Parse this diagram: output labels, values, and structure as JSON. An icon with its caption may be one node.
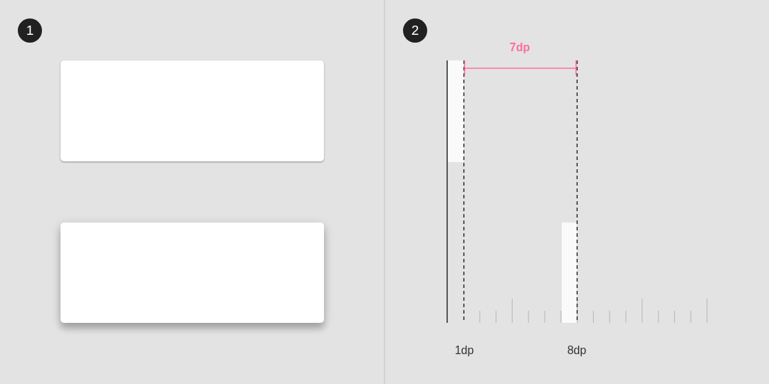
{
  "diagram": {
    "nodes": [
      {
        "text": [
          "1"
        ]
      },
      {
        "text": [],
        "shape": "box"
      },
      {
        "text": [],
        "shape": "box"
      },
      {
        "text": [
          "2"
        ]
      }
    ],
    "labels": [
      "7dp",
      "1dp",
      "8dp"
    ]
  }
}
